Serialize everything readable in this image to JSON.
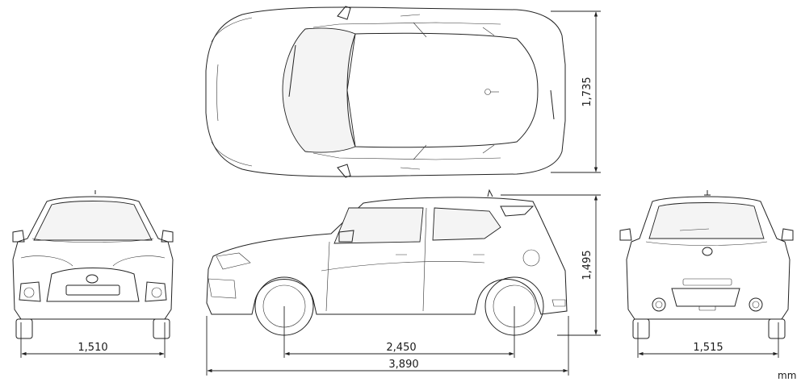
{
  "dimensions": {
    "track_front": "1,510",
    "wheelbase": "2,450",
    "overall_length": "3,890",
    "track_rear": "1,515",
    "overall_width": "1,735",
    "overall_height": "1,495"
  },
  "unit": "mm"
}
